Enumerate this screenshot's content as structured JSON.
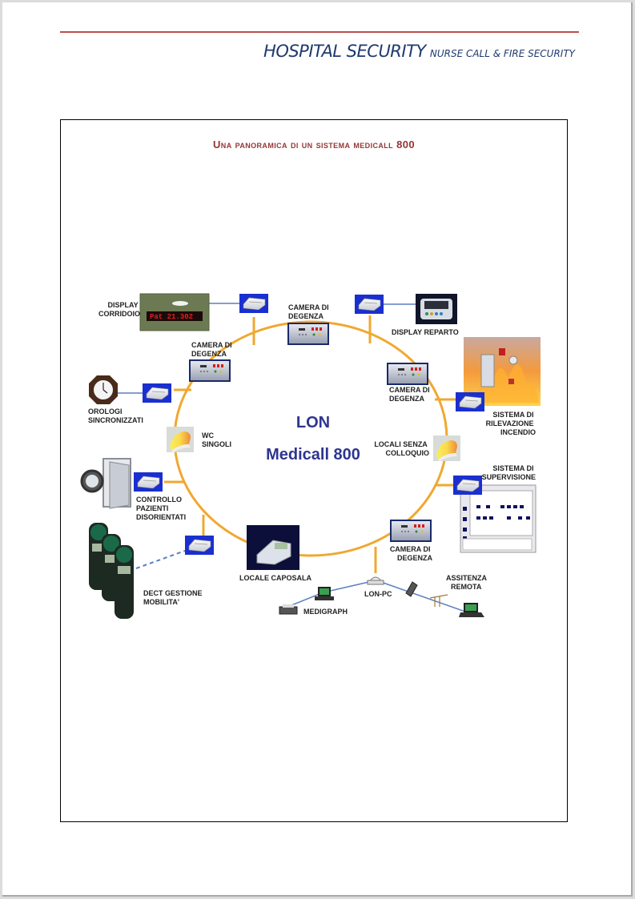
{
  "header": {
    "title_main": "HOSPITAL SECURITY",
    "title_sub": "NURSE CALL & FIRE SECURITY",
    "rule_color": "#b84e4e",
    "title_color": "#1f3a6e"
  },
  "section": {
    "title": "Una panoramica di un sistema medicall 800",
    "title_color": "#943634"
  },
  "diagram": {
    "center_line1": "LON",
    "center_line2": "Medicall 800",
    "ring_color": "#f0a830",
    "nodes": {
      "display_corridoio": [
        "DISPLAY",
        "CORRIDOIO"
      ],
      "display_corridoio_screen": "Pat 21.302",
      "camera_top": [
        "CAMERA DI",
        "DEGENZA"
      ],
      "camera_top_left": [
        "CAMERA DI",
        "DEGENZA"
      ],
      "display_reparto": [
        "DISPLAY REPARTO"
      ],
      "camera_right": [
        "CAMERA DI",
        "DEGENZA"
      ],
      "rilevazione_incendio": [
        "SISTEMA DI",
        "RILEVAZIONE",
        "INCENDIO"
      ],
      "orologi": [
        "OROLOGI",
        "SINCRONIZZATI"
      ],
      "wc_singoli": [
        "WC",
        "SINGOLI"
      ],
      "locali_senza_colloquio": [
        "LOCALI SENZA",
        "COLLOQUIO"
      ],
      "supervisione": [
        "SISTEMA DI",
        "SUPERVISIONE"
      ],
      "controllo_pazienti": [
        "CONTROLLO",
        "PAZIENTI",
        "DISORIENTATI"
      ],
      "camera_bottom": [
        "CAMERA DI",
        "DEGENZA"
      ],
      "dect": [
        "DECT GESTIONE",
        "MOBILITA'"
      ],
      "locale_caposala": [
        "LOCALE CAPOSALA"
      ],
      "lon_pc": [
        "LON-PC"
      ],
      "medigraph": [
        "MEDIGRAPH"
      ],
      "assistenza_remota": [
        "ASSITENZA",
        "REMOTA"
      ]
    }
  }
}
